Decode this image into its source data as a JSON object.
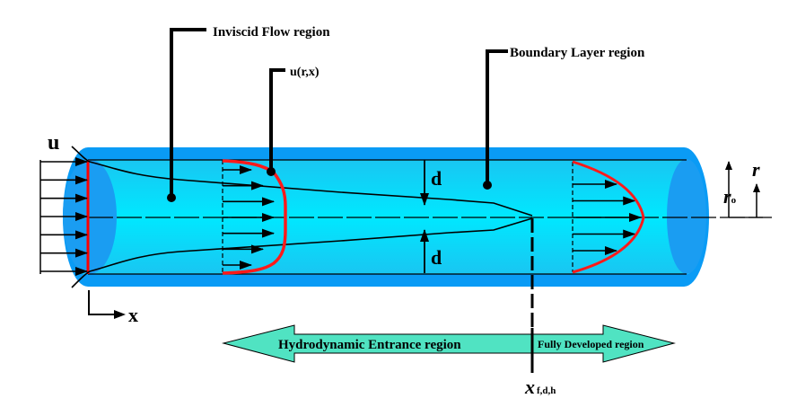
{
  "diagram": {
    "title": "Hydrodynamic entrance region of pipe flow",
    "labels": {
      "inviscid_flow": "Inviscid Flow region",
      "velocity_profile": "u(r,x)",
      "boundary_layer": "Boundary Layer region",
      "inlet_velocity": "u",
      "axial_coord": "x",
      "thickness_top": "d",
      "thickness_bottom": "d",
      "pipe_radius": "r",
      "pipe_radius_sub": "o",
      "radial_coord": "r",
      "entrance_region": "Hydrodynamic Entrance region",
      "developed_region": "Fully Developed region",
      "entrance_length": "x",
      "entrance_length_sub": "f,d,h"
    },
    "colors": {
      "pipe_outer": "#0099ff",
      "pipe_inner": "#00e5ff",
      "profile": "#ff0000",
      "region_arrow": "#50e3c2",
      "line": "#000000"
    },
    "inlet_arrows_count": 7,
    "developing_profile_arrows_count": 7,
    "developed_profile_arrows_count": 5
  }
}
